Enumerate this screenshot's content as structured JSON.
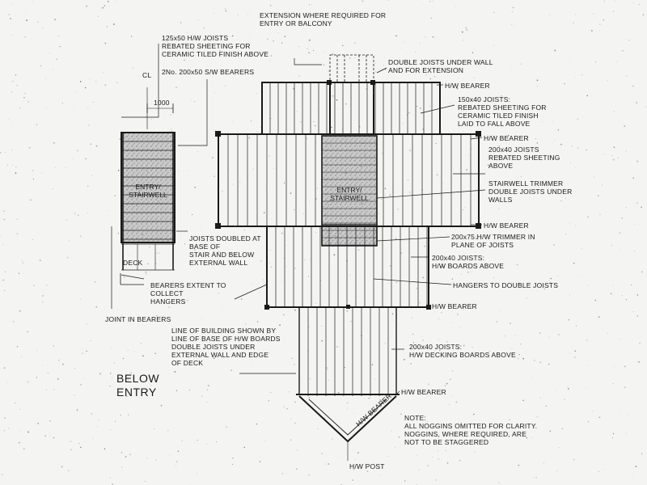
{
  "labels": {
    "extension": "EXTENSION WHERE REQUIRED FOR\nENTRY OR BALCONY",
    "joists_125": "125x50  H/W JOISTS\nREBATED SHEETING FOR\nCERAMIC TILED FINISH ABOVE",
    "bearers_2no": "2No. 200x50 S/W BEARERS",
    "cl": "CL",
    "dim_1000": "1000",
    "double_joists_wall": "DOUBLE JOISTS UNDER WALL\nAND FOR EXTENSION",
    "hw_bearer_1": "H/W BEARER",
    "joists_150": "150x40 JOISTS:\nREBATED SHEETING FOR\nCERAMIC TILED FINISH\nLAID TO FALL ABOVE",
    "hw_bearer_2": "H/W BEARER",
    "joists_200_rebated": "200x40 JOISTS\nREBATED SHEETING\nABOVE",
    "stairwell_trimmer": "STAIRWELL TRIMMER\nDOUBLE JOISTS UNDER\nWALLS",
    "hw_bearer_3": "H/W BEARER",
    "trimmer_200x75": "200x75 H/W TRIMMER IN\nPLANE OF JOISTS",
    "joists_200_hw": "200x40 JOISTS:\nH/W BOARDS ABOVE",
    "hangers": "HANGERS TO DOUBLE JOISTS",
    "hw_bearer_4": "H/W BEARER",
    "joists_doubled": "JOISTS DOUBLED AT\nBASE OF\nSTAIR AND BELOW\nEXTERNAL WALL",
    "deck": "DECK",
    "bearers_extent": "BEARERS EXTENT TO\nCOLLECT\nHANGERS",
    "joint_bearers": "JOINT IN BEARERS",
    "line_of_building": "LINE OF BUILDING SHOWN BY\nLINE OF BASE OF H/W BOARDS\nDOUBLE JOISTS UNDER\nEXTERNAL WALL AND EDGE\nOF DECK",
    "below_entry": "BELOW\nENTRY",
    "joists_200_decking": "200x40 JOISTS:\nH/W DECKING BOARDS ABOVE",
    "hw_bearer_5": "H/W BEARER",
    "hw_bearer_diag": "H/W BEARER",
    "note": "NOTE:\nALL NOGGINS OMITTED FOR CLARITY.\nNOGGINS, WHERE REQUIRED, ARE\nNOT TO BE STAGGERED",
    "hw_post": "H/W POST",
    "entry_stairwell_left": "ENTRY/\nSTAIRWELL",
    "entry_stairwell_center": "ENTRY/\nSTAIRWELL"
  },
  "colors": {
    "ink": "#1a1a1a",
    "hatch": "#9a9a9a",
    "paper": "#f4f4f2"
  }
}
